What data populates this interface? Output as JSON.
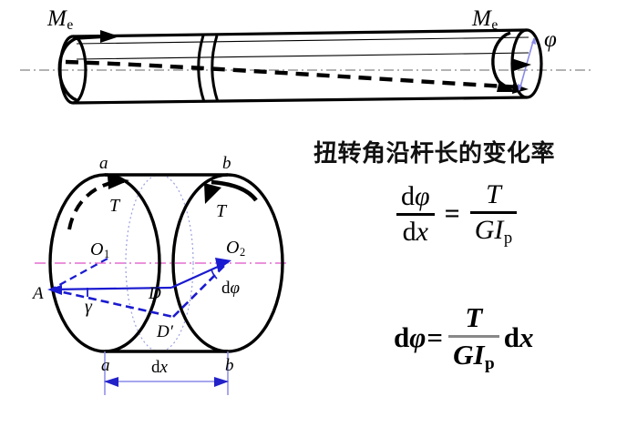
{
  "figure": {
    "title_cn": "扭转角沿杆长的变化率",
    "shaft": {
      "torque_left_label": "M",
      "torque_left_sub": "e",
      "torque_right_label": "M",
      "torque_right_sub": "e",
      "twist_angle_label": "φ"
    },
    "element": {
      "gen_a_top": "a",
      "gen_b_top": "b",
      "gen_a_bottom": "a",
      "gen_b_bottom": "b",
      "torque_left": "T",
      "torque_right": "T",
      "center_left": "O",
      "center_left_sub": "1",
      "center_right": "O",
      "center_right_sub": "2",
      "point_A": "A",
      "point_D": "D",
      "point_Dprime": "D′",
      "shear_angle": "γ",
      "twist_increment_d": "d",
      "twist_increment_phi": "φ",
      "length_d": "d",
      "length_x": "x"
    }
  },
  "formulas": {
    "rate": {
      "num_d": "d",
      "num_phi": "φ",
      "den_d": "d",
      "den_x": "x",
      "equals": "=",
      "rhs_num": "T",
      "rhs_den_G": "G",
      "rhs_den_I": "I",
      "rhs_den_sub": "p"
    },
    "differential": {
      "lhs_d": "d",
      "lhs_phi": "φ",
      "equals": "=",
      "num": "T",
      "den_G": "G",
      "den_I": "I",
      "den_sub": "p",
      "tail_d": "d",
      "tail_x": "x"
    }
  },
  "colors": {
    "outline": "#000000",
    "axis_top": "#9a9a9a",
    "axis_element": "#e36fd0",
    "construction_blue": "#1a1ad0",
    "dimension_blue": "#8a8ae8",
    "hidden_edge": "#9aa0e0"
  }
}
